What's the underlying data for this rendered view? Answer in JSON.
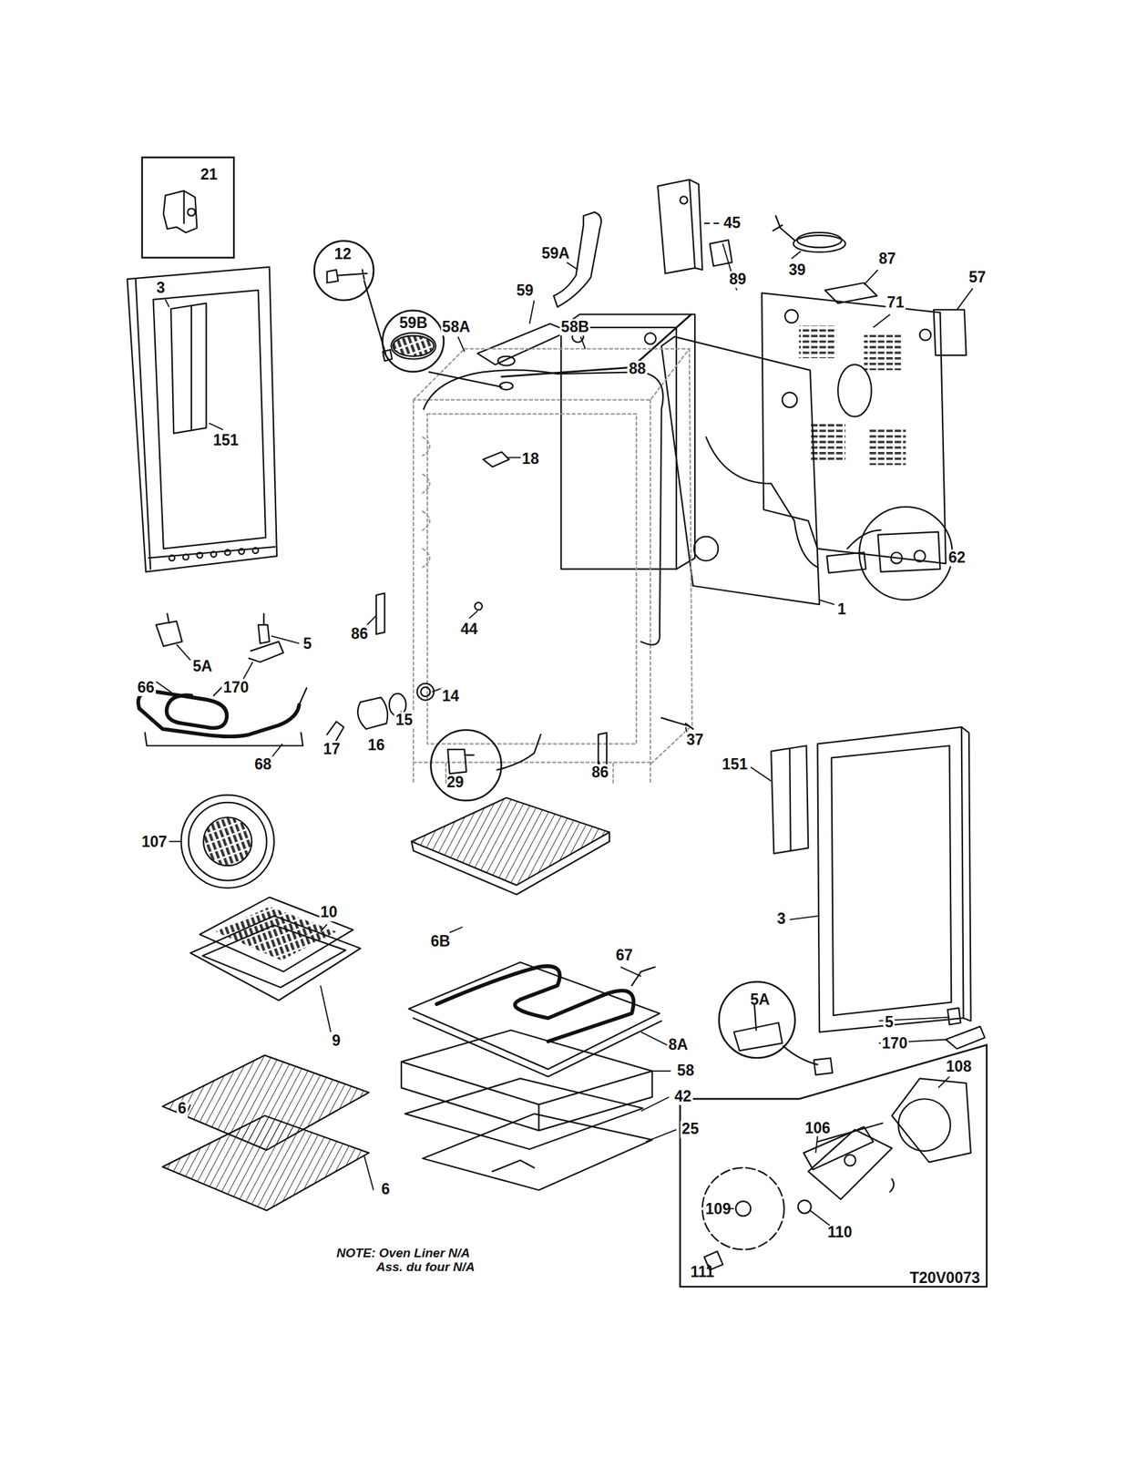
{
  "diagram": {
    "nodes": [
      {
        "text": [
          "21"
        ]
      },
      {
        "text": [
          "12"
        ]
      },
      {
        "text": [
          "59B"
        ]
      },
      {
        "text": [
          "29"
        ]
      },
      {
        "text": [
          "5A"
        ]
      },
      {
        "text": [
          "108",
          "106",
          "109",
          "110",
          "111",
          "T20V0073"
        ]
      }
    ],
    "labels": [
      "3",
      "151",
      "5",
      "5A",
      "170",
      "66",
      "68",
      "59A",
      "45",
      "59",
      "58B",
      "88",
      "58A",
      "39",
      "87",
      "89",
      "57",
      "71",
      "18",
      "86",
      "44",
      "14",
      "15",
      "16",
      "17",
      "1",
      "62",
      "86",
      "37",
      "151",
      "107",
      "10",
      "9",
      "6B",
      "67",
      "8A",
      "3",
      "5",
      "170",
      "58",
      "42",
      "25",
      "6",
      "6",
      "NOTE: Oven Liner N/A",
      "Ass. du four N/A"
    ]
  }
}
